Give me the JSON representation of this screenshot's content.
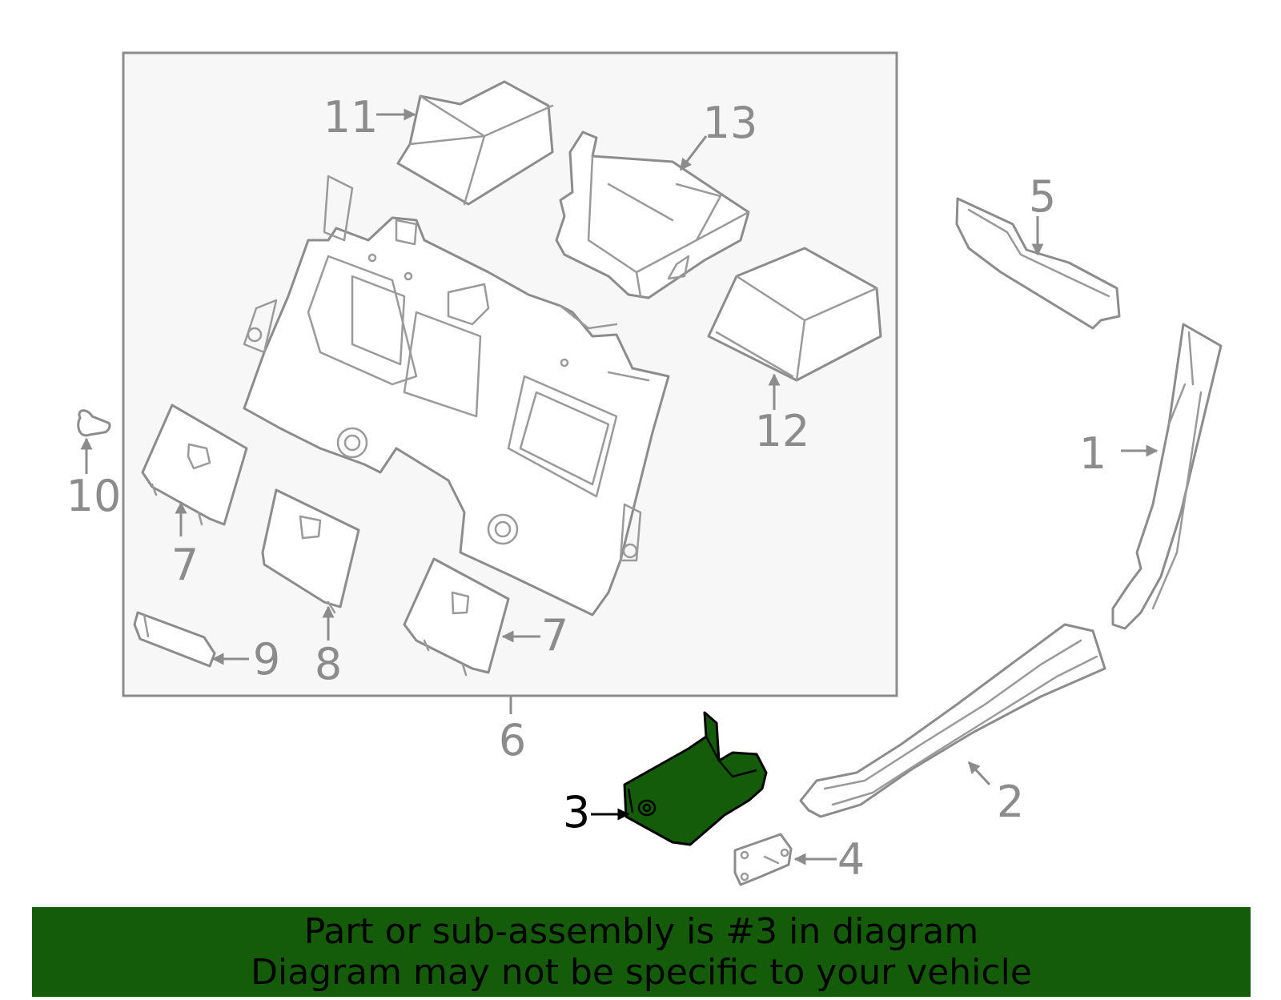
{
  "colors": {
    "highlight": "#145c0a",
    "outline": "#8c8c8c",
    "assembly_box_fill": "#f7f7f7",
    "footer_bg": "#145c0a"
  },
  "callouts": {
    "p1": "1",
    "p2": "2",
    "p3": "3",
    "p4": "4",
    "p5": "5",
    "p6": "6",
    "p7a": "7",
    "p7b": "7",
    "p8": "8",
    "p9": "9",
    "p10": "10",
    "p11": "11",
    "p12": "12",
    "p13": "13"
  },
  "highlighted_part": "3",
  "footer": {
    "line1": "Part or sub-assembly is #3 in diagram",
    "line2": "Diagram may not be specific to your vehicle"
  }
}
